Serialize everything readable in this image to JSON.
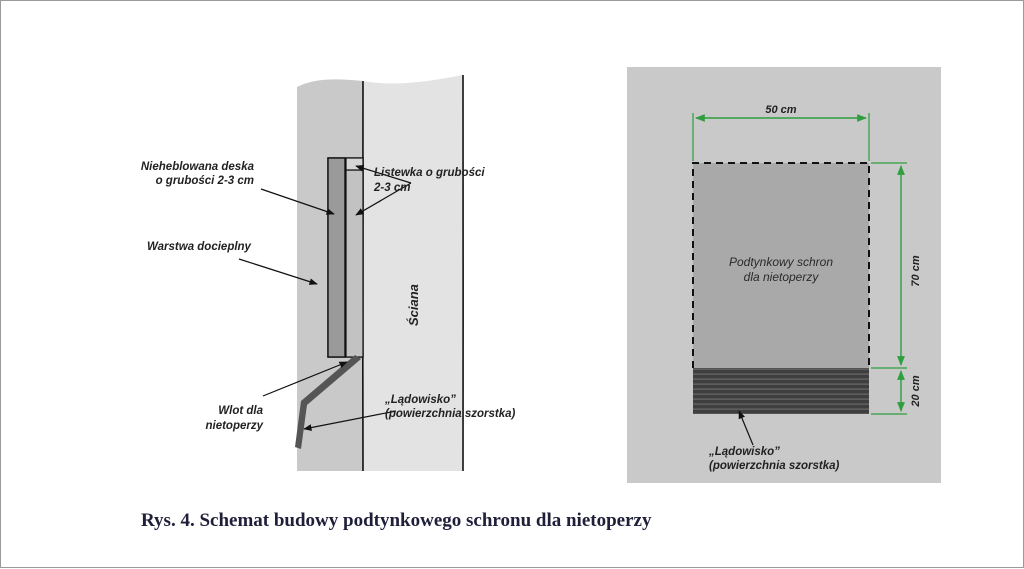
{
  "side_view": {
    "label_board_line1": "Nieheblowana deska",
    "label_board_line2": "o grubości 2-3 cm",
    "label_strip_line1": "Listewka o grubości",
    "label_strip_line2": "2-3 cm",
    "label_insulation": "Warstwa docieplny",
    "label_wall": "Ściana",
    "label_entrance_line1": "Wlot dla",
    "label_entrance_line2": "nietoperzy",
    "label_landing_line1": "„Lądowisko”",
    "label_landing_line2": "(powierzchnia szorstka)"
  },
  "front_view": {
    "width_label": "50 cm",
    "height_label": "70 cm",
    "landing_height_label": "20 cm",
    "shelter_line1": "Podtynkowy schron",
    "shelter_line2": "dla nietoperzy",
    "landing_line1": "„Lądowisko”",
    "landing_line2": "(powierzchnia szorstka)"
  },
  "caption": "Rys. 4. Schemat budowy podtynkowego schronu dla nietoperzy",
  "colors": {
    "panel_gray": "#c9c9c9",
    "shelter_gray": "#a9a9a9",
    "dimension_green": "#2e9e3e",
    "landing_dark": "#4a4a4a"
  }
}
